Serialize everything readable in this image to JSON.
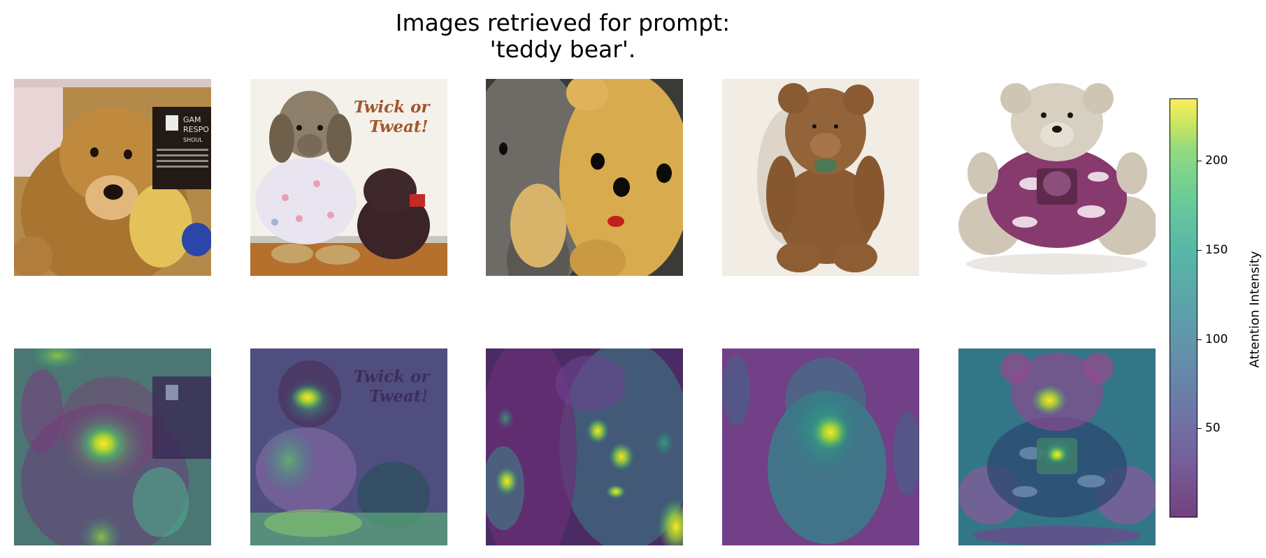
{
  "figure": {
    "title_line1": "Images retrieved for prompt:",
    "title_line2": "'teddy bear'."
  },
  "colorbar": {
    "label": "Attention Intensity",
    "colormap": "viridis",
    "range": [
      0,
      235
    ],
    "ticks": [
      {
        "value": 50,
        "label": "50"
      },
      {
        "value": 100,
        "label": "100"
      },
      {
        "value": 150,
        "label": "150"
      },
      {
        "value": 200,
        "label": "200"
      }
    ]
  },
  "images": [
    {
      "name": "retrieved-image-1",
      "overlay_text": [
        "GAM",
        "RESPO",
        "SHOUL"
      ]
    },
    {
      "name": "retrieved-image-2",
      "overlay_text": [
        "Twick or",
        "Tweat!"
      ]
    },
    {
      "name": "retrieved-image-3",
      "overlay_text": []
    },
    {
      "name": "retrieved-image-4",
      "overlay_text": []
    },
    {
      "name": "retrieved-image-5",
      "overlay_text": []
    }
  ]
}
